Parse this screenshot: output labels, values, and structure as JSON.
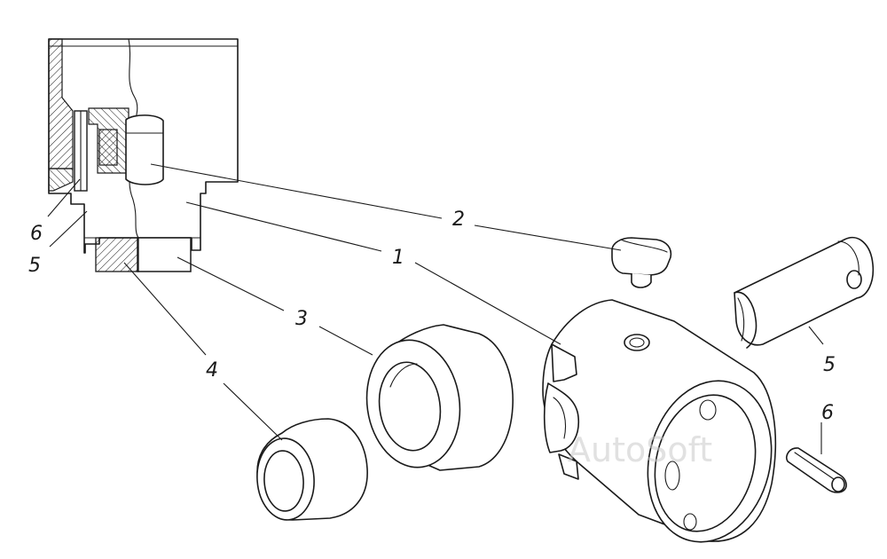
{
  "callouts": {
    "c1": "1",
    "c2": "2",
    "c3": "3",
    "c4": "4",
    "c5_left": "5",
    "c6_left": "6",
    "c5_right": "5",
    "c6_right": "6"
  },
  "watermark": "AutoSoft"
}
